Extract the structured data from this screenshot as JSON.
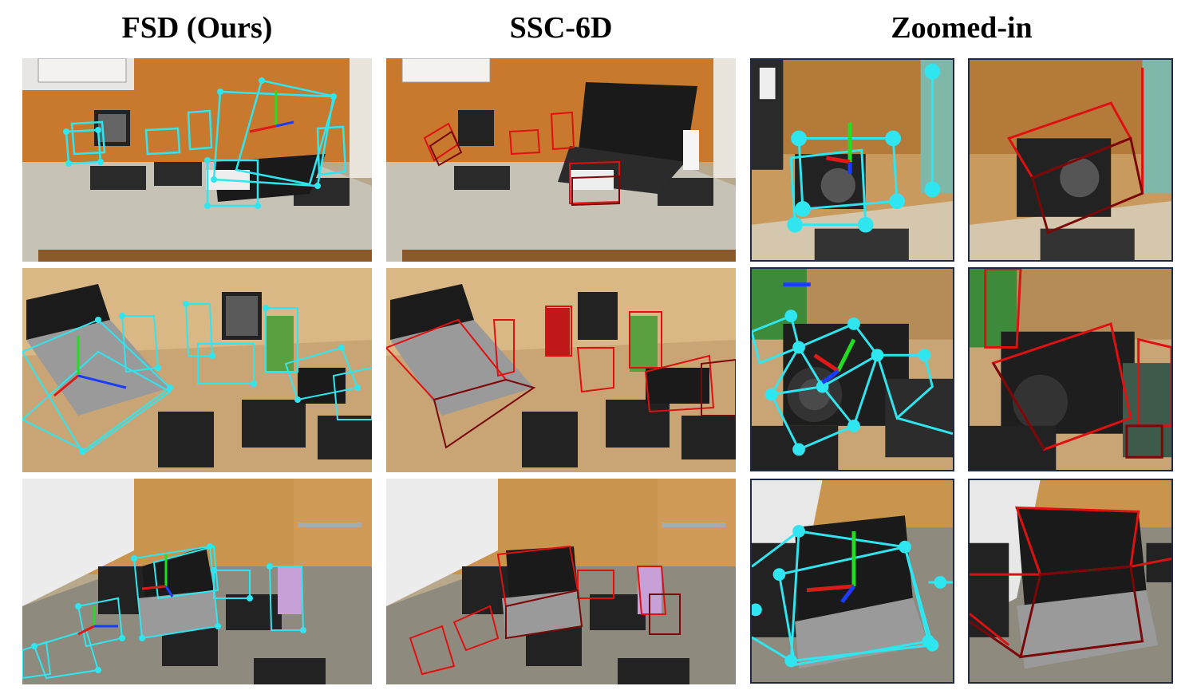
{
  "columns": [
    {
      "heading": "FSD (Ours)"
    },
    {
      "heading": "SSC-6D"
    },
    {
      "heading": "Zoomed-in"
    }
  ],
  "colors": {
    "ours_box": "#2fe6f0",
    "ours_vertex": "#2fe6f0",
    "baseline_box_front": "#e01010",
    "baseline_box_back": "#7a0808",
    "axis_x": "#e01818",
    "axis_y": "#22dd22",
    "axis_z": "#1a3cff",
    "zoom_border": "#1f2a44"
  },
  "rows": [
    {
      "scene": "kitchen-counter-orange-wall"
    },
    {
      "scene": "wooden-table-laptop-cans"
    },
    {
      "scene": "tile-floor-laptop-bowls"
    }
  ]
}
